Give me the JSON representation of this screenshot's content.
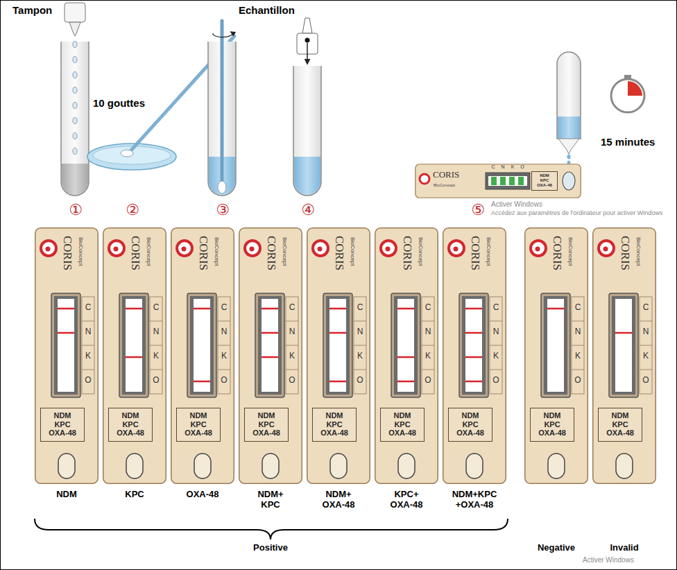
{
  "diagram": {
    "nodes": [
      {
        "text": [
          "CORIS",
          "BioConcept",
          "C",
          "N",
          "K",
          "O"
        ]
      },
      {
        "text": [
          "NDM KPC OXA-48"
        ],
        "in": 0
      },
      {
        "text": [
          "CORIS",
          "BioConcept",
          "C",
          "N",
          "K",
          "O"
        ]
      },
      {
        "text": [
          "NDM KPC OXA-48"
        ],
        "in": 2
      },
      {
        "text": [
          "CORIS",
          "BioConcept",
          "C",
          "N",
          "K",
          "O"
        ]
      },
      {
        "text": [
          "NDM KPC OXA-48"
        ],
        "in": 4
      },
      {
        "text": [
          "CORIS",
          "BioConcept",
          "C",
          "N",
          "K",
          "O"
        ]
      },
      {
        "text": [
          "NDM KPC OXA-48"
        ],
        "in": 6
      },
      {
        "text": [
          "CORIS",
          "BioConcept",
          "C",
          "N",
          "K",
          "O"
        ]
      },
      {
        "text": [
          "NDM KPC OXA-48"
        ],
        "in": 8
      },
      {
        "text": [
          "CORIS",
          "BioConcept",
          "C",
          "N",
          "K",
          "O"
        ]
      },
      {
        "text": [
          "NDM KPC OXA-48"
        ],
        "in": 10
      },
      {
        "text": [
          "CORIS",
          "BioConcept",
          "C",
          "N",
          "K",
          "O"
        ]
      },
      {
        "text": [
          "NDM KPC OXA-48"
        ],
        "in": 12
      },
      {
        "text": [
          "CORIS",
          "BioConcept",
          "C",
          "N",
          "K",
          "O"
        ]
      },
      {
        "text": [
          "NDM KPC OXA-48"
        ],
        "in": 14
      },
      {
        "text": [
          "CORIS",
          "BioConcept",
          "C",
          "N",
          "K",
          "O"
        ]
      },
      {
        "text": [
          "NDM KPC OXA-48"
        ],
        "in": 16
      },
      {
        "text": [
          "CORIS",
          "BioConcept",
          "C",
          "N",
          "K",
          "O"
        ]
      },
      {
        "text": [
          "NDM KPC OXA-48"
        ],
        "in": 18
      }
    ],
    "labels": [
      "Tampon",
      "Echantillon",
      "10 gouttes",
      "15 minutes",
      "①",
      "②",
      "③",
      "④",
      "⑤",
      "Activer Windows",
      "Accédez aux paramètres de l'ordinateur pour activer Windows",
      "NDM",
      "KPC",
      "OXA-48",
      "NDM+ KPC",
      "NDM+ OXA-48",
      "KPC+ OXA-48",
      "NDM+KPC +OXA-48",
      "Positive",
      "Negative",
      "Invalid",
      "Activer Windows"
    ]
  }
}
